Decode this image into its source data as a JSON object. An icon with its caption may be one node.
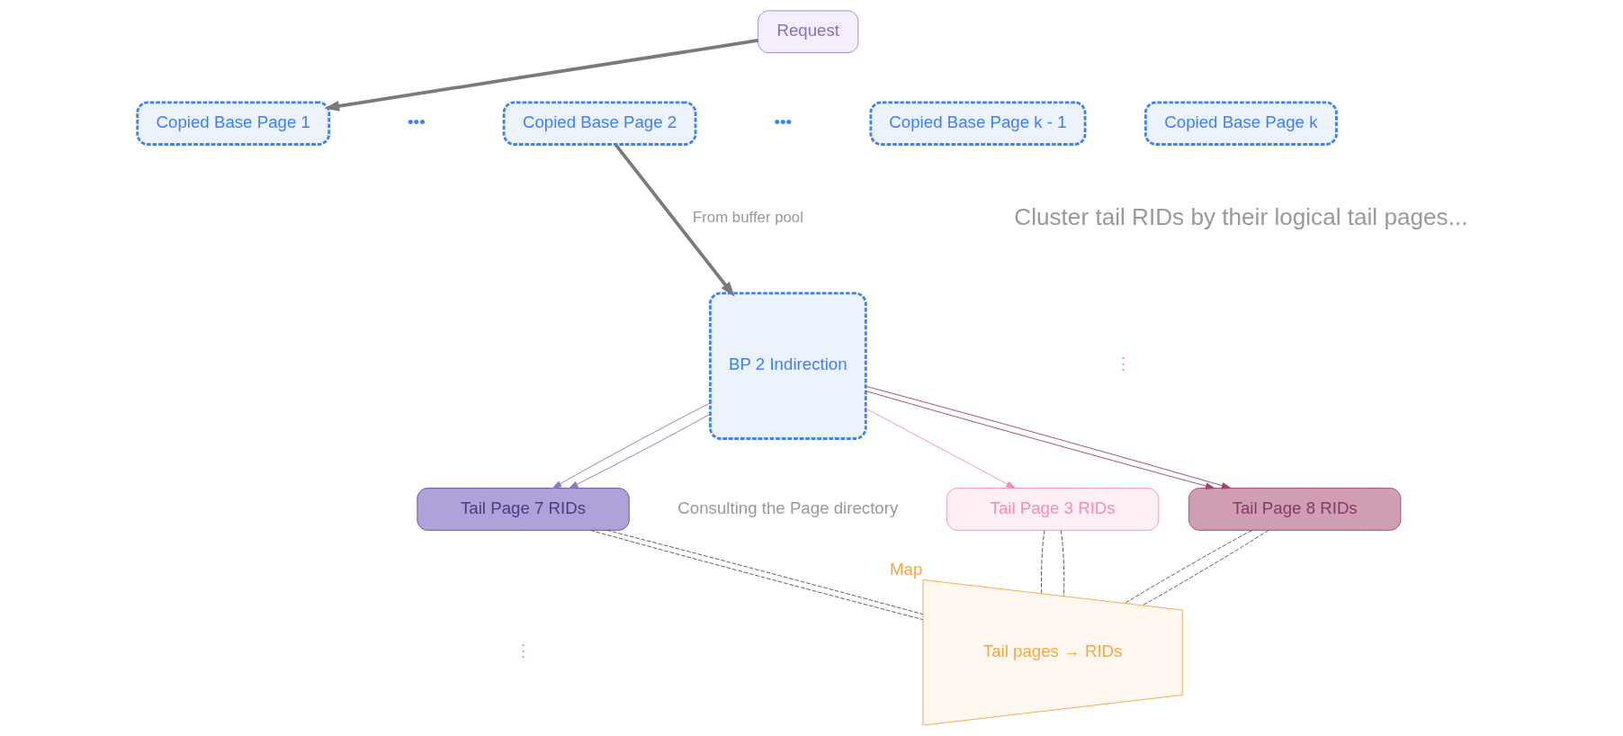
{
  "diagram": {
    "nodes": [
      {
        "text": [
          "Request"
        ]
      },
      {
        "text": [
          "Copied Base Page 1"
        ]
      },
      {
        "text": [
          "Copied Base Page 2"
        ]
      },
      {
        "text": [
          "Copied Base Page k - 1"
        ]
      },
      {
        "text": [
          "Copied Base Page k"
        ]
      },
      {
        "text": [
          "BP 2 Indirection"
        ]
      },
      {
        "text": [
          "Tail Page 3 RIDs"
        ]
      },
      {
        "text": [
          "Tail Page 8 RIDs"
        ]
      },
      {
        "text": [
          "Tail Page 7 RIDs"
        ]
      },
      {
        "text": [
          "Tail pages → RIDs"
        ],
        "beside": [
          "Map"
        ]
      }
    ],
    "edges": [
      {
        "from": 0,
        "to": 1,
        "arrow": "to",
        "style": "thick",
        "color": "#7a7a7a"
      },
      {
        "from": 2,
        "to": 5,
        "arrow": "to",
        "label": "From buffer pool",
        "style": "thick",
        "color": "#7a7a7a"
      },
      {
        "from": 5,
        "to": 8,
        "arrow": "to",
        "color": "#8e7cc3"
      },
      {
        "from": 5,
        "to": 7,
        "arrow": "to",
        "color": "#a0456e"
      },
      {
        "from": 5,
        "to": 7,
        "arrow": "to",
        "color": "#a0456e"
      },
      {
        "from": 5,
        "to": 6,
        "arrow": "to",
        "color": "#f48fb1"
      },
      {
        "from": 5,
        "to": 8,
        "arrow": "to",
        "color": "#8e7cc3"
      },
      {
        "from": 6,
        "to": 9,
        "arrow": "none",
        "style": "dashed"
      },
      {
        "from": 6,
        "to": 9,
        "arrow": "none",
        "style": "dashed"
      },
      {
        "from": 7,
        "to": 9,
        "arrow": "none",
        "style": "dashed"
      },
      {
        "from": 7,
        "to": 9,
        "arrow": "none",
        "style": "dashed"
      },
      {
        "from": 8,
        "to": 9,
        "arrow": "none",
        "style": "dashed"
      },
      {
        "from": 8,
        "to": 9,
        "arrow": "none",
        "style": "dashed"
      }
    ],
    "labels": [
      "•••",
      "•••",
      "Cluster tail RIDs by their logical tail pages...",
      "⋮",
      "⋮",
      "Consulting the Page directory"
    ]
  }
}
